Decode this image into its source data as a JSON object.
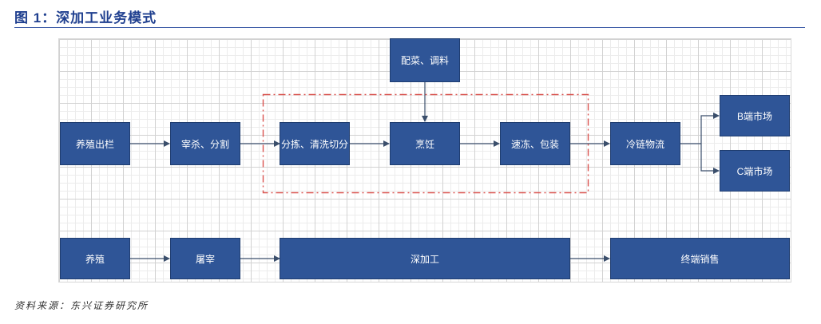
{
  "title": "图 1：深加工业务模式",
  "source": "资料来源：东兴证券研究所",
  "colors": {
    "box_fill": "#2f5597",
    "box_text": "#ffffff",
    "arrow": "#3a4e6b",
    "dashed_frame": "#d9534f",
    "title": "#1f3f8f"
  },
  "diagram": {
    "top_flow": {
      "ingredients": "配菜、调料",
      "farming_outbound": "养殖出栏",
      "slaughter_split": "宰杀、分割",
      "sort_wash_cut": "分拣、清洗切分",
      "cooking": "烹饪",
      "freeze_pack": "速冻、包装",
      "cold_chain": "冷链物流",
      "b_market": "B端市场",
      "c_market": "C端市场"
    },
    "bottom_flow": {
      "farming": "养殖",
      "slaughter": "屠宰",
      "deep_processing": "深加工",
      "terminal_sales": "终端销售"
    }
  }
}
